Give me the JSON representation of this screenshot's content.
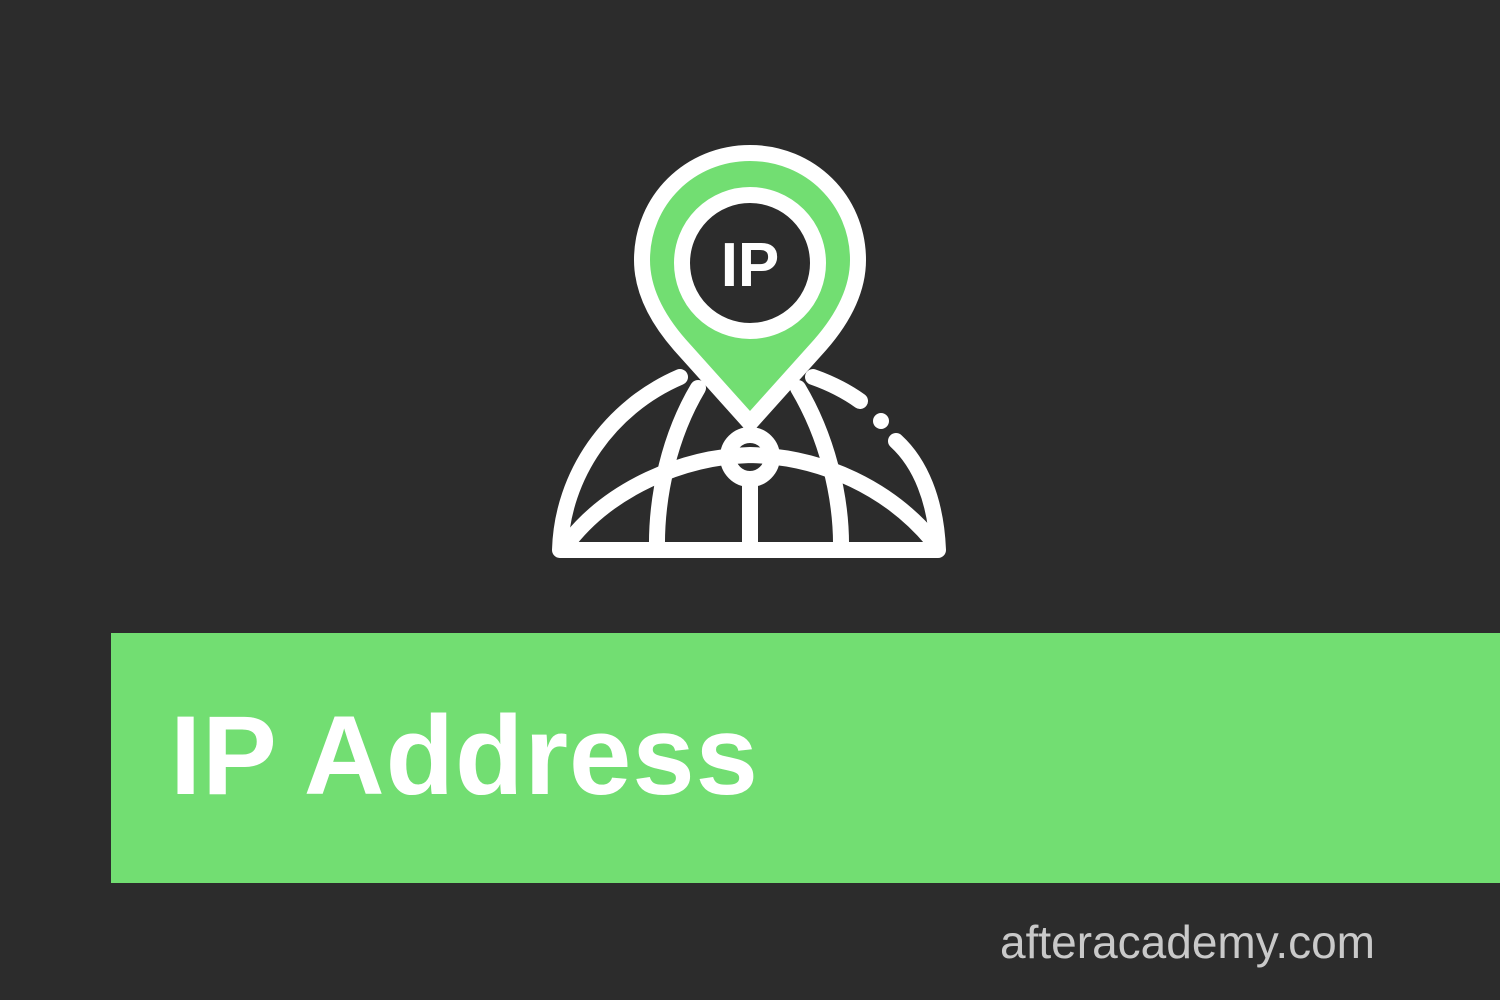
{
  "icon": {
    "name": "ip-location-globe-icon",
    "pin_label": "IP",
    "pin_color": "#72de72",
    "stroke_color": "#ffffff"
  },
  "banner": {
    "title": "IP Address",
    "color": "#72de72"
  },
  "footer": {
    "site": "afteracademy.com"
  },
  "colors": {
    "background": "#2c2c2c",
    "accent": "#72de72",
    "text": "#ffffff",
    "muted_text": "#c9c9c9"
  }
}
